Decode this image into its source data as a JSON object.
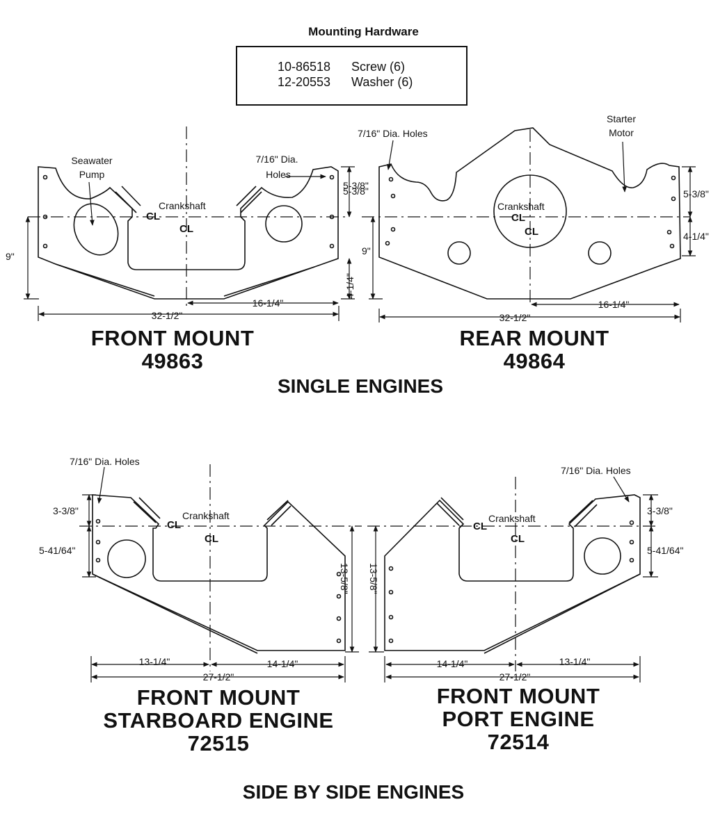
{
  "hardware": {
    "title": "Mounting Hardware",
    "items": [
      {
        "part": "10-86518",
        "desc": "Screw (6)"
      },
      {
        "part": "12-20553",
        "desc": "Washer (6)"
      }
    ]
  },
  "single_engines": {
    "heading": "SINGLE ENGINES",
    "front": {
      "name": "FRONT MOUNT",
      "part": "49863",
      "labels": {
        "pump": [
          "Seawater",
          "Pump"
        ],
        "holes": [
          "7/16\" Dia.",
          "Holes"
        ],
        "crankshaft": "Crankshaft",
        "cl": "CL"
      },
      "dims": {
        "top": "5-3/8\"",
        "height": "9\"",
        "lower": "4-1/4\"",
        "width": "32-1/2\"",
        "half": "16-1/4\""
      }
    },
    "rear": {
      "name": "REAR MOUNT",
      "part": "49864",
      "labels": {
        "holes": "7/16\" Dia. Holes",
        "starter": [
          "Starter",
          "Motor"
        ],
        "crankshaft": "Crankshaft",
        "cl": "CL"
      },
      "dims": {
        "top": "5-3/8\"",
        "lower": "4-1/4\"",
        "height": "9\"",
        "width": "32-1/2\"",
        "half": "16-1/4\""
      }
    }
  },
  "side_by_side": {
    "heading": "SIDE BY SIDE ENGINES",
    "starboard": {
      "name": "FRONT MOUNT",
      "sub": "STARBOARD ENGINE",
      "part": "72515",
      "labels": {
        "holes": "7/16\" Dia. Holes",
        "crankshaft": "Crankshaft",
        "cl": "CL"
      },
      "dims": {
        "top": "3-3/8\"",
        "mid": "5-41/64\"",
        "height": "13-5/8\"",
        "left": "13-1/4\"",
        "right": "14-1/4\"",
        "width": "27-1/2\""
      }
    },
    "port": {
      "name": "FRONT MOUNT",
      "sub": "PORT ENGINE",
      "part": "72514",
      "labels": {
        "holes": "7/16\" Dia. Holes",
        "crankshaft": "Crankshaft",
        "cl": "CL"
      },
      "dims": {
        "height": "13-5/8\"",
        "top": "3-3/8\"",
        "mid": "5-41/64\"",
        "left": "14-1/4\"",
        "right": "13-1/4\"",
        "width": "27-1/2\""
      }
    }
  }
}
